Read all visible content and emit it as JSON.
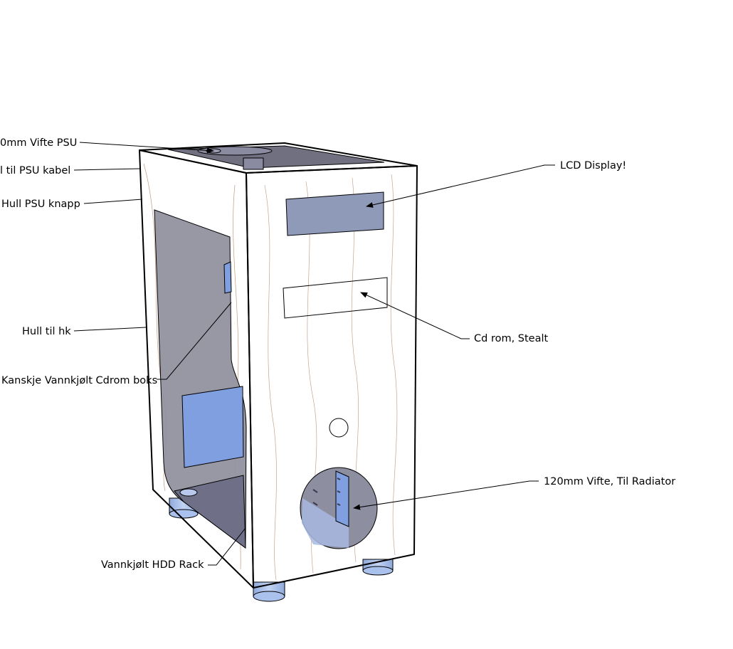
{
  "colors": {
    "wood": "#b4612a",
    "wood_dark": "#8e4a1f",
    "wood_light": "#c8773d",
    "glass_blue": "#8fa6d6",
    "panel_blue": "#7f9fe0",
    "leg_blue": "#a9c1ec",
    "interior_grey": "#7f7f95"
  },
  "annotations": {
    "vifte_psu": "0mm Vifte PSU",
    "psu_kabel": "l til PSU kabel",
    "psu_knapp": "Hull PSU knapp",
    "lcd_display": "LCD Display!",
    "cd_rom": "Cd rom, Stealt",
    "hull_hk": "Hull til hk",
    "cdrom_boks": "Kanskje Vannkjølt Cdrom boks",
    "vifte_radiator": "120mm Vifte, Til Radiator",
    "hdd_rack": "Vannkjølt HDD Rack"
  }
}
